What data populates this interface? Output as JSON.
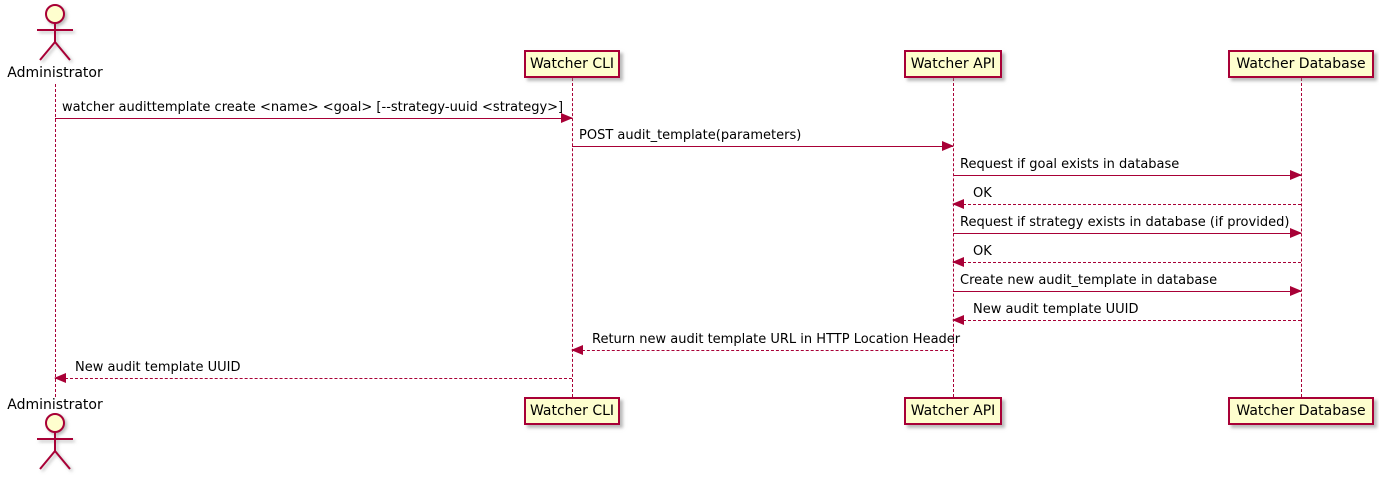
{
  "diagram": {
    "type": "sequence-diagram",
    "colors": {
      "participant_fill": "#FEFECE",
      "participant_border": "#A80036",
      "line_color": "#A80036",
      "text_color": "#000000"
    },
    "participants": [
      {
        "id": "administrator",
        "label": "Administrator",
        "kind": "actor"
      },
      {
        "id": "watcher-cli",
        "label": "Watcher CLI",
        "kind": "participant"
      },
      {
        "id": "watcher-api",
        "label": "Watcher API",
        "kind": "participant"
      },
      {
        "id": "watcher-database",
        "label": "Watcher Database",
        "kind": "participant"
      }
    ],
    "messages": [
      {
        "from": "administrator",
        "to": "watcher-cli",
        "line": "solid",
        "label": "watcher audittemplate create <name> <goal> [--strategy-uuid <strategy>]"
      },
      {
        "from": "watcher-cli",
        "to": "watcher-api",
        "line": "solid",
        "label": "POST audit_template(parameters)"
      },
      {
        "from": "watcher-api",
        "to": "watcher-database",
        "line": "solid",
        "label": "Request if goal exists in database"
      },
      {
        "from": "watcher-database",
        "to": "watcher-api",
        "line": "dashed",
        "label": "OK"
      },
      {
        "from": "watcher-api",
        "to": "watcher-database",
        "line": "solid",
        "label": "Request if strategy exists in database (if provided)"
      },
      {
        "from": "watcher-database",
        "to": "watcher-api",
        "line": "dashed",
        "label": "OK"
      },
      {
        "from": "watcher-api",
        "to": "watcher-database",
        "line": "solid",
        "label": "Create new audit_template in database"
      },
      {
        "from": "watcher-database",
        "to": "watcher-api",
        "line": "dashed",
        "label": "New audit template UUID"
      },
      {
        "from": "watcher-api",
        "to": "watcher-cli",
        "line": "dashed",
        "label": "Return new audit template URL in HTTP Location Header"
      },
      {
        "from": "watcher-cli",
        "to": "administrator",
        "line": "dashed",
        "label": "New audit template UUID"
      }
    ]
  }
}
